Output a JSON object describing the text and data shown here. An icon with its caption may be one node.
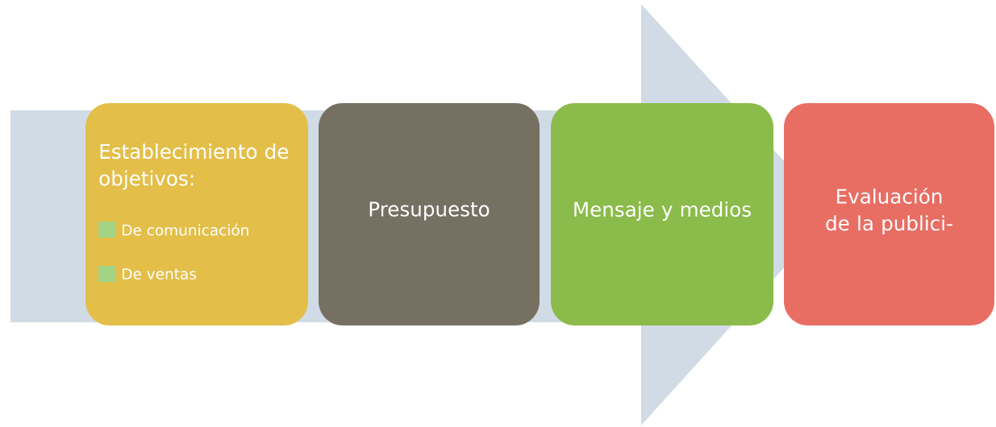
{
  "diagram": {
    "nodes": [
      {
        "text": [
          "Establecimiento de objetivos:",
          "De comunicación",
          "De ventas"
        ]
      },
      {
        "text": [
          "Presupuesto"
        ]
      },
      {
        "text": [
          "Mensaje y medios"
        ]
      },
      {
        "text": [
          "Evaluación de la publici-"
        ]
      }
    ]
  }
}
